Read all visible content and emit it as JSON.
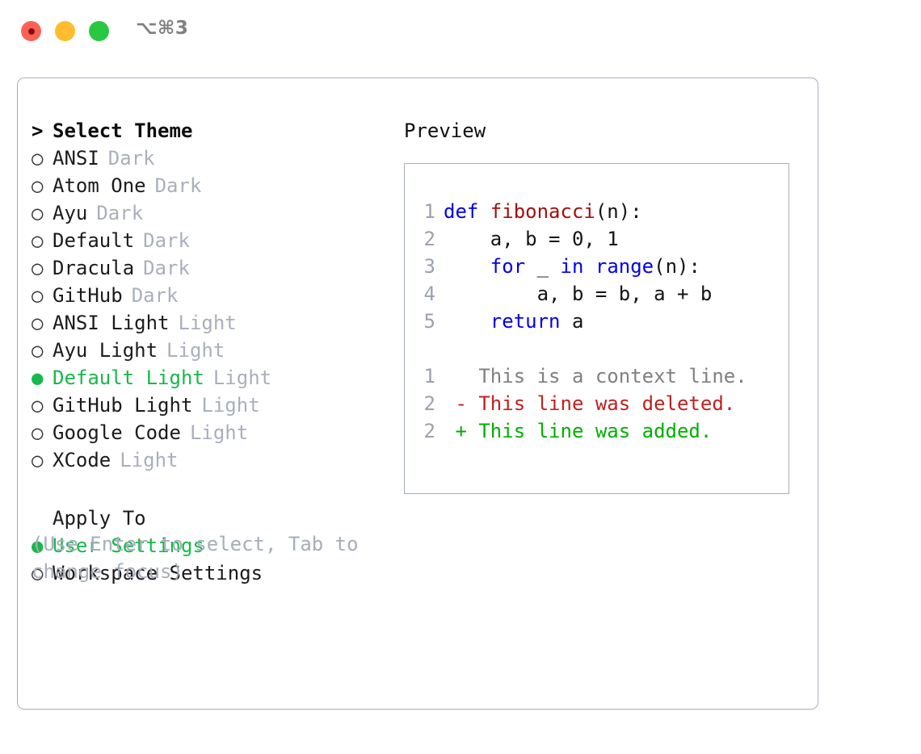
{
  "titlebar": {
    "shortcut": "⌥⌘3",
    "buttons": [
      {
        "name": "close",
        "color": "#ff5f57"
      },
      {
        "name": "minimize",
        "color": "#febc2e"
      },
      {
        "name": "maximize",
        "color": "#28c840"
      }
    ]
  },
  "theme_picker": {
    "heading": "Select Theme",
    "heading_marker": ">",
    "markers": {
      "on": "●",
      "off": "○"
    },
    "items": [
      {
        "name": "ANSI",
        "category": "Dark",
        "selected": false
      },
      {
        "name": "Atom One",
        "category": "Dark",
        "selected": false
      },
      {
        "name": "Ayu",
        "category": "Dark",
        "selected": false
      },
      {
        "name": "Default",
        "category": "Dark",
        "selected": false
      },
      {
        "name": "Dracula",
        "category": "Dark",
        "selected": false
      },
      {
        "name": "GitHub",
        "category": "Dark",
        "selected": false
      },
      {
        "name": "ANSI Light",
        "category": "Light",
        "selected": false
      },
      {
        "name": "Ayu Light",
        "category": "Light",
        "selected": false
      },
      {
        "name": "Default Light",
        "category": "Light",
        "selected": true
      },
      {
        "name": "GitHub Light",
        "category": "Light",
        "selected": false
      },
      {
        "name": "Google Code",
        "category": "Light",
        "selected": false
      },
      {
        "name": "XCode",
        "category": "Light",
        "selected": false
      }
    ]
  },
  "apply_to": {
    "heading": "Apply To",
    "items": [
      {
        "name": "User Settings",
        "selected": true
      },
      {
        "name": "Workspace Settings",
        "selected": false
      }
    ]
  },
  "hint": "(Use Enter to select, Tab to change focus)",
  "preview": {
    "title": "Preview",
    "code_lines": [
      {
        "lineno": "1",
        "tokens": [
          {
            "text": "def ",
            "kind": "kw"
          },
          {
            "text": "fibonacci",
            "kind": "fn"
          },
          {
            "text": "(n):",
            "kind": "norm"
          }
        ]
      },
      {
        "lineno": "2",
        "tokens": [
          {
            "text": "    a, b = 0, 1",
            "kind": "norm"
          }
        ]
      },
      {
        "lineno": "3",
        "tokens": [
          {
            "text": "    ",
            "kind": "norm"
          },
          {
            "text": "for",
            "kind": "kw"
          },
          {
            "text": " _ ",
            "kind": "norm"
          },
          {
            "text": "in",
            "kind": "kw"
          },
          {
            "text": " ",
            "kind": "norm"
          },
          {
            "text": "range",
            "kind": "kw"
          },
          {
            "text": "(n):",
            "kind": "norm"
          }
        ]
      },
      {
        "lineno": "4",
        "tokens": [
          {
            "text": "        a, b = b, a + b",
            "kind": "norm"
          }
        ]
      },
      {
        "lineno": "5",
        "tokens": [
          {
            "text": "    ",
            "kind": "norm"
          },
          {
            "text": "return",
            "kind": "kw"
          },
          {
            "text": " a",
            "kind": "norm"
          }
        ]
      }
    ],
    "diff_lines": [
      {
        "lineno": "1",
        "marker": " ",
        "text": "This is a context line.",
        "kind": "ctx"
      },
      {
        "lineno": "2",
        "marker": "-",
        "text": "This line was deleted.",
        "kind": "del"
      },
      {
        "lineno": "2",
        "marker": "+",
        "text": "This line was added.",
        "kind": "add"
      }
    ]
  },
  "colors": {
    "accent_green": "#18b84a",
    "muted": "#a9b0bc",
    "border": "#a8b0bd",
    "keyword": "#0000f0",
    "function": "#a01010",
    "diff_delete": "#c02020",
    "diff_add": "#00b000"
  }
}
